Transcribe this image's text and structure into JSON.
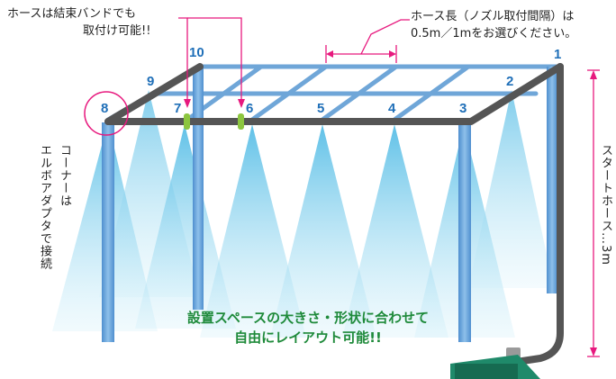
{
  "callouts": {
    "hose_band": [
      "ホースは結束バンドでも",
      "取付け可能!!"
    ],
    "hose_length": [
      "ホース長（ノズル取付間隔）は",
      "0.5m／1mをお選びください。"
    ],
    "corner": [
      "コーナーは",
      "エルボアダプタで接続"
    ],
    "start_hose": "スタートホース…3m"
  },
  "nozzles": [
    "1",
    "2",
    "3",
    "4",
    "5",
    "6",
    "7",
    "8",
    "9",
    "10"
  ],
  "caption": [
    "設置スペースの大きさ・形状に合わせて",
    "自由にレイアウト可能!!"
  ],
  "colors": {
    "frame": "#555555",
    "pipe": "#6fa6d8",
    "mist": "#7fcbe8",
    "accent": "#e7197e",
    "number": "#1f6fb8",
    "caption": "#1e8a3a",
    "band": "#8cc63f",
    "pump": "#1f8a6a"
  }
}
